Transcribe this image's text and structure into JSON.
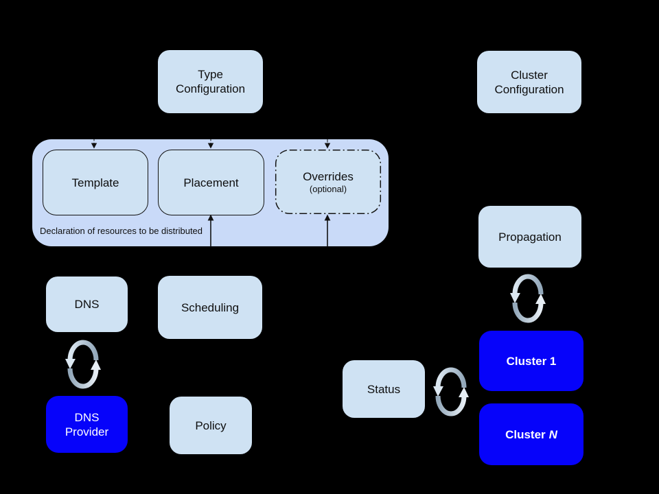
{
  "colors": {
    "background": "#000000",
    "box_fill": "#cfe2f3",
    "container_fill": "#c9daf8",
    "highlight_fill": "#0603fa",
    "text_dark": "#0e0e0e",
    "text_light": "#ffffff",
    "line": "#111111",
    "sync_dark": "#93a8ba",
    "sync_light": "#dce8f2"
  },
  "nodes": {
    "type_configuration": {
      "line1": "Type",
      "line2": "Configuration"
    },
    "cluster_configuration": {
      "line1": "Cluster",
      "line2": "Configuration"
    },
    "template": {
      "label": "Template"
    },
    "placement": {
      "label": "Placement"
    },
    "overrides": {
      "label": "Overrides",
      "sublabel": "(optional)"
    },
    "resource_container": {
      "caption": "Declaration of resources to be distributed"
    },
    "dns": {
      "label": "DNS"
    },
    "scheduling": {
      "label": "Scheduling"
    },
    "dns_provider": {
      "line1": "DNS",
      "line2": "Provider"
    },
    "policy": {
      "label": "Policy"
    },
    "propagation": {
      "label": "Propagation"
    },
    "status": {
      "label": "Status"
    },
    "cluster_1": {
      "label": "Cluster 1"
    },
    "cluster_n": {
      "prefix": "Cluster",
      "suffix": "N"
    }
  },
  "icons": {
    "sync": "sync-icon"
  }
}
